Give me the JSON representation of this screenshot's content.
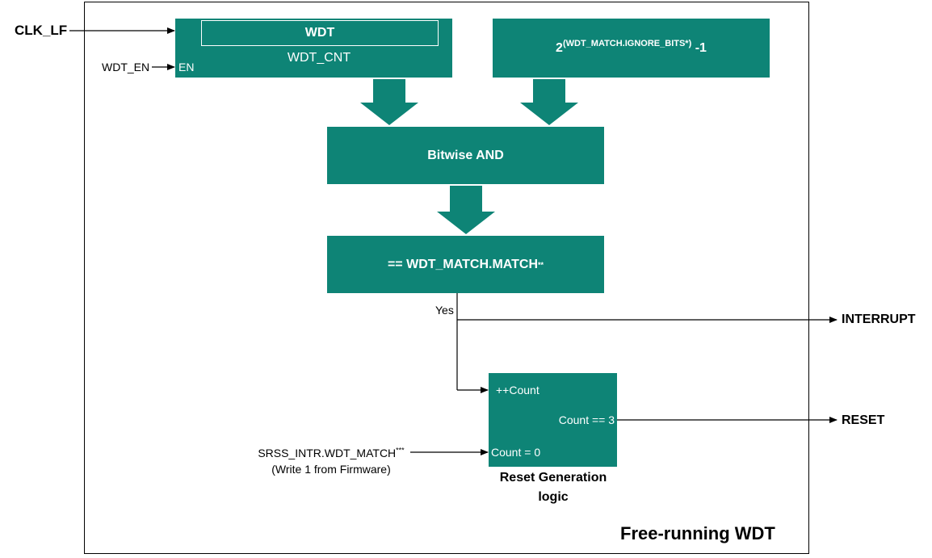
{
  "title": "Free-running WDT",
  "inputs": {
    "clk_lf": "CLK_LF",
    "wdt_en": "WDT_EN",
    "srss_intr_line1": "SRSS_INTR.WDT_MATCH",
    "srss_intr_sup": "***",
    "srss_intr_line2": "(Write 1 from Firmware)"
  },
  "outputs": {
    "interrupt": "INTERRUPT",
    "reset": "RESET"
  },
  "wdt_block": {
    "title": "WDT",
    "counter": "WDT_CNT",
    "en_pin": "EN"
  },
  "mask_block": {
    "base": "2",
    "exponent": "(WDT_MATCH.IGNORE_BITS*)",
    "suffix": "-1"
  },
  "and_block": {
    "label": "Bitwise AND"
  },
  "match_block": {
    "label": "== WDT_MATCH.MATCH",
    "sup": "**"
  },
  "yes_label": "Yes",
  "reset_block": {
    "count_inc": "++Count",
    "count_eq": "Count == 3",
    "count_zero": "Count = 0",
    "caption_line1": "Reset Generation",
    "caption_line2": "logic"
  },
  "colors": {
    "block_fill": "#0e8476",
    "text_on_block": "#ffffff",
    "line": "#000000"
  }
}
